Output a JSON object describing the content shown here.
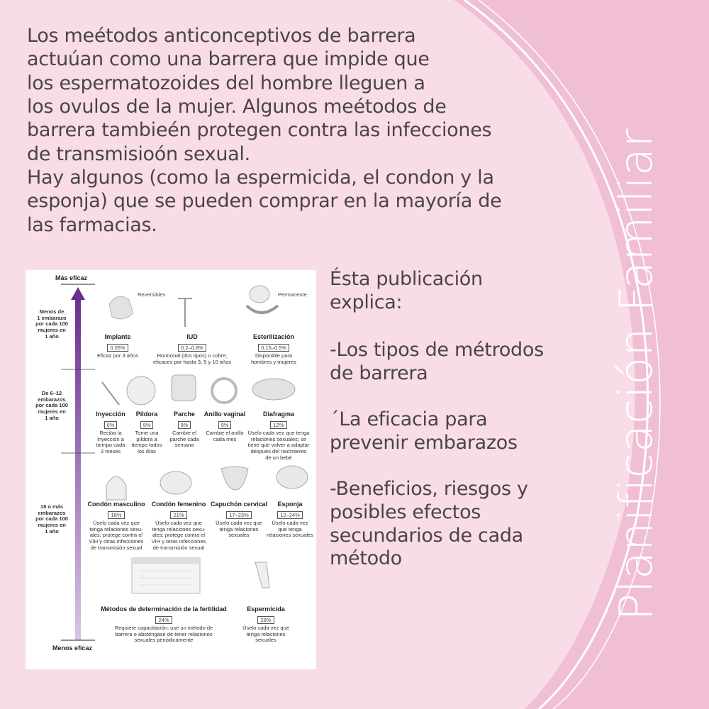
{
  "intro": {
    "paragraph1": "Los meétodos anticonceptivos de barrera\nactuúan como una barrera que impide que\nlos espermatozoides del hombre lleguen a\nlos ovulos de la mujer. Algunos meétodos de\nbarrera tambieén protegen contra las infecciones\nde transmisioón sexual.",
    "paragraph2": "Hay algunos (como la espermicida, el condon y la\nesponja) que se pueden comprar en la mayoría de\nlas farmacias."
  },
  "side_title": "Planificación Familiar",
  "figure": {
    "top_label": "Más eficaz",
    "bottom_label": "Menos eficaz",
    "header_reversible": "Reversibles",
    "header_permanent": "Permanente",
    "groups": [
      "Menos de\n1 embarazo\npor cada 100\nmujeres en\n1 año",
      "De 6–12\nembarazos\npor cada 100\nmujeres en\n1 año",
      "18 o más\nembarazos\npor cada 100\nmujeres en\n1 año"
    ],
    "methods": [
      {
        "name": "Implante",
        "pct": "0.05%",
        "desc": "Eficaz por 3 años"
      },
      {
        "name": "IUD",
        "pct": "0.2–0.8%",
        "desc": "Hormonal (dos tipos) o cobre;\neficaces por hasta 3, 5 y 10 años"
      },
      {
        "name": "Esterilización",
        "pct": "0.15–0.5%",
        "desc": "Disponible para\nhombres y mujeres"
      },
      {
        "name": "Inyección",
        "pct": "6%",
        "desc": "Reciba la\ninyección a\ntiempo cada\n3 meses"
      },
      {
        "name": "Píldora",
        "pct": "9%",
        "desc": "Tome una\npíldora a\ntiempo todos\nlos días"
      },
      {
        "name": "Parche",
        "pct": "9%",
        "desc": "Cambie el\nparche cada\nsemana"
      },
      {
        "name": "Anillo vaginal",
        "pct": "9%",
        "desc": "Cambie el anillo\ncada mes"
      },
      {
        "name": "Diafragma",
        "pct": "12%",
        "desc": "Úselo cada vez que tenga\nrelaciones sexuales; se\ntiene que volver a adaptar\ndespués del nacimiento\nde un bebé"
      },
      {
        "name": "Condón masculino",
        "pct": "18%",
        "desc": "Úselo cada vez que\ntenga relaciones sexu-\nales; protege contra el\nVIH y otras infecciones\nde transmisión sexual"
      },
      {
        "name": "Condón femenino",
        "pct": "21%",
        "desc": "Úselo cada vez que\ntenga relaciones sexu-\nales; protege contra el\nVIH y otras infecciones\nde transmisión sexual"
      },
      {
        "name": "Capuchón cervical",
        "pct": "17–23%",
        "desc": "Úselo cada vez que\ntenga relaciones\nsexuales"
      },
      {
        "name": "Esponja",
        "pct": "12–24%",
        "desc": "Úselo cada vez\nque tenga\nrelaciones sexuales"
      },
      {
        "name": "Métodos de determinación de la fertilidad",
        "pct": "24%",
        "desc": "Requiere capacitación; use un método de\nbarrera o absténgase de tener relaciones\nsexuales periódicamente"
      },
      {
        "name": "Espermicida",
        "pct": "28%",
        "desc": "Úselo cada vez que\ntenga relaciones\nsexuales"
      }
    ]
  },
  "right": {
    "intro": "Ésta publicación\nexplica:",
    "item1": "-Los tipos de métrodos\nde barrera",
    "item2": "´La eficacia para\nprevenir embarazos",
    "item3": "-Beneficios, riesgos y\nposibles efectos\nsecundarios de cada\nmétodo"
  },
  "colors": {
    "background": "#f7d7e3",
    "panel": "#f2c4d6",
    "accent_white": "#ffffff",
    "arrow": "#7a3f9a"
  }
}
